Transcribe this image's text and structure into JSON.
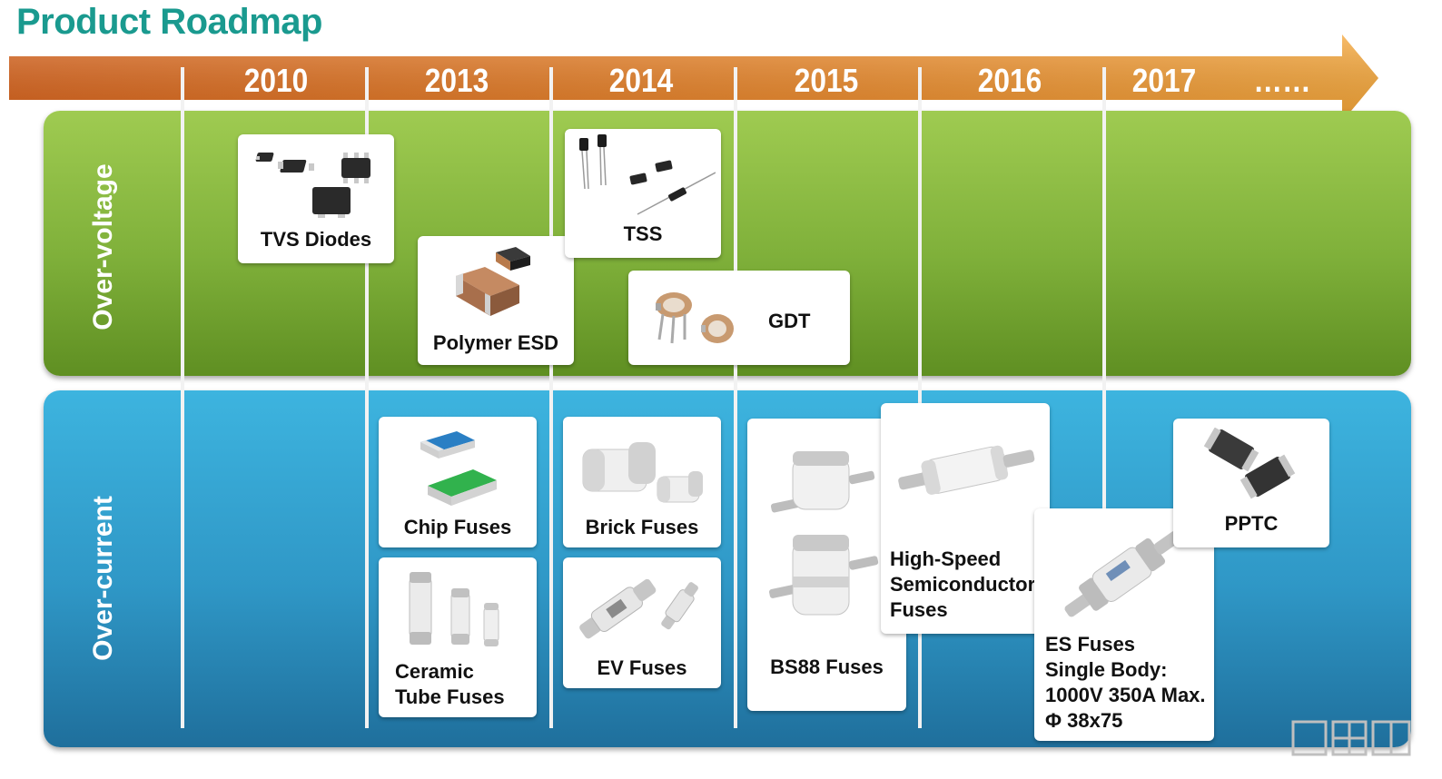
{
  "title": "Product Roadmap",
  "years": [
    "2010",
    "2013",
    "2014",
    "2015",
    "2016",
    "2017",
    "……"
  ],
  "bands": {
    "over_voltage": "Over-voltage",
    "over_current": "Over-current"
  },
  "cards": {
    "tvs_diodes": "TVS Diodes",
    "polymer_esd": "Polymer  ESD",
    "tss": "TSS",
    "gdt": "GDT",
    "chip_fuses": "Chip Fuses",
    "brick_fuses": "Brick Fuses",
    "ceramic_tube_fuses": "Ceramic\nTube Fuses",
    "ev_fuses": "EV Fuses",
    "bs88_fuses": "BS88 Fuses",
    "high_speed_fuses": "High-Speed\nSemiconductor\nFuses",
    "es_fuses": "ES Fuses\nSingle Body:\n1000V 350A Max.\nΦ 38x75",
    "pptc": "PPTC"
  },
  "colors": {
    "title": "#1a9a8f",
    "arrow_start": "#d9641c",
    "arrow_end": "#f7a83a",
    "over_voltage_band": "#8dbd45",
    "over_current_band": "#2f9fcf"
  },
  "icons": [
    "smd-diode-icon",
    "chip-component-icon",
    "axial-diode-icon",
    "gas-discharge-tube-icon",
    "cartridge-fuse-icon",
    "bolted-fuse-icon",
    "pptc-device-icon"
  ]
}
